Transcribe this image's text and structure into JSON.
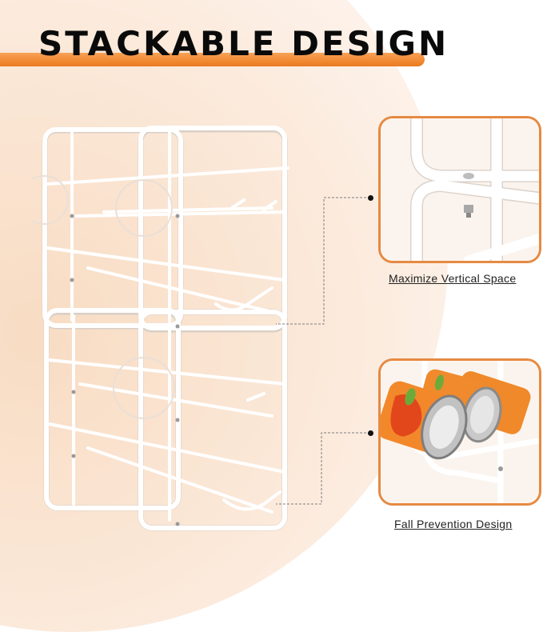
{
  "header": {
    "title": "STACKABLE DESIGN",
    "accent_color": "#f28a32"
  },
  "product": {
    "name": "stackable white wire can rack",
    "units_stacked": 2
  },
  "callouts": [
    {
      "caption": "Maximize Vertical Space",
      "image": "close-up of bolt joining stacked racks"
    },
    {
      "caption": "Fall Prevention Design",
      "image": "orange soda cans resting on curved front rail"
    }
  ],
  "colors": {
    "background_blob": "#fbe8d8",
    "inset_border": "#e58a43",
    "title_text": "#0a0a0a"
  }
}
